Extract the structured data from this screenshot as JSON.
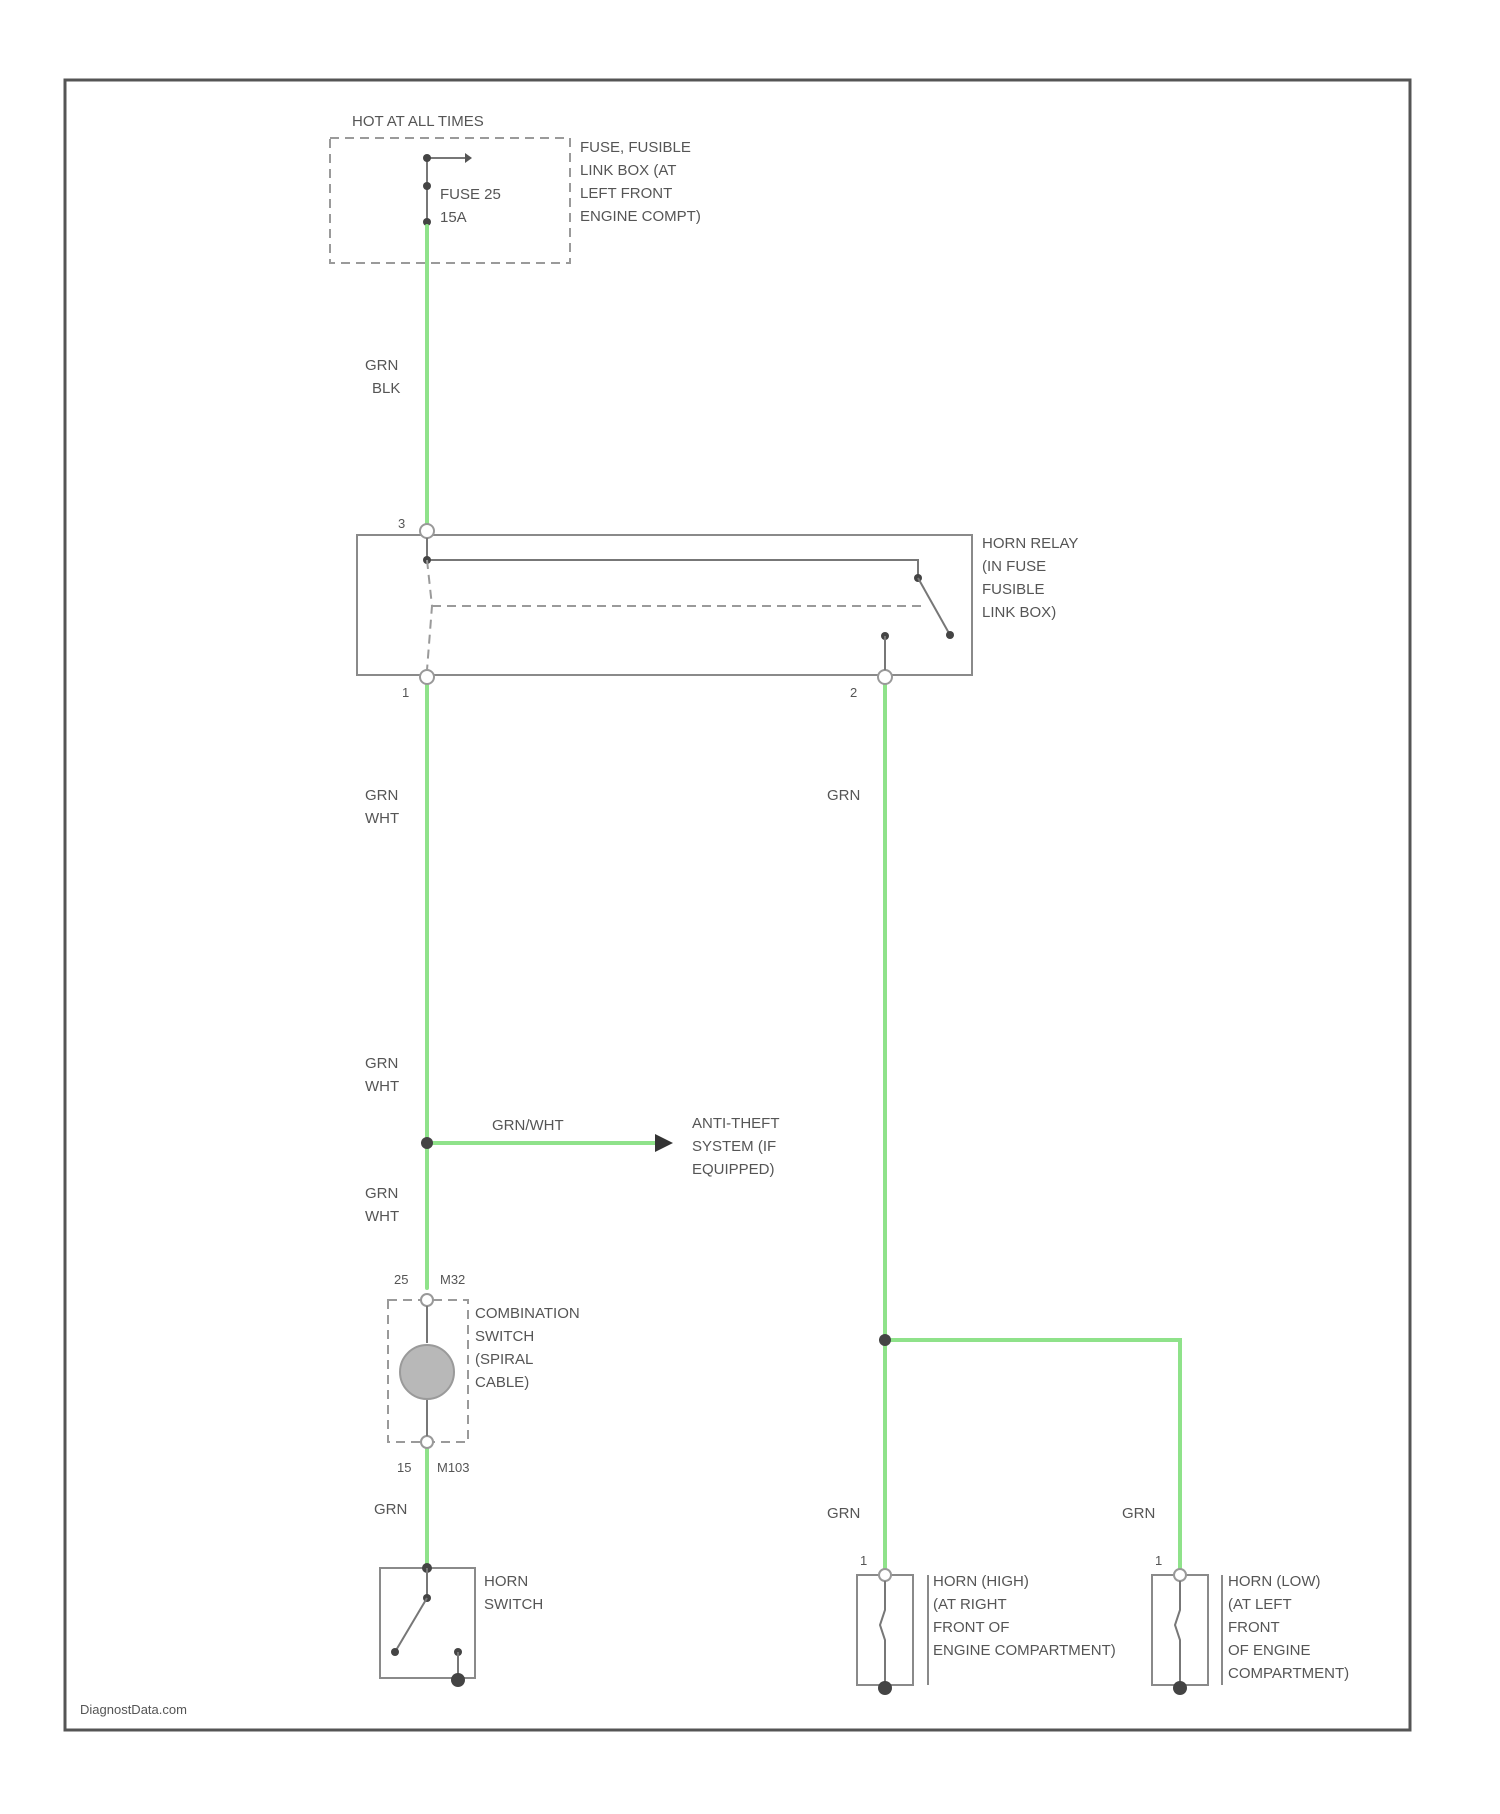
{
  "diagram": {
    "fuse_box": {
      "header": "HOT AT ALL TIMES",
      "fuse_lines": [
        "FUSE 25",
        "15A"
      ],
      "location_lines": [
        "FUSE, FUSIBLE",
        "LINK BOX (AT",
        "LEFT FRONT",
        "ENGINE COMPT)"
      ]
    },
    "wires": {
      "fuse_to_relay": [
        "GRN",
        "BLK"
      ],
      "relay_to_switch_upper": [
        "GRN",
        "WHT"
      ],
      "relay_to_switch_mid": [
        "GRN",
        "WHT"
      ],
      "relay_to_switch_lower": [
        "GRN",
        "WHT"
      ],
      "anti_theft_branch": "GRN/WHT",
      "relay_to_horns": "GRN",
      "switch_to_horn_switch": "GRN",
      "horn_high_feed": "GRN",
      "horn_low_feed": "GRN"
    },
    "horn_relay": {
      "lines": [
        "HORN RELAY",
        "(IN FUSE",
        "FUSIBLE",
        "LINK BOX)"
      ],
      "pins": [
        "3",
        "1",
        "2"
      ]
    },
    "anti_theft": {
      "lines": [
        "ANTI-THEFT",
        "SYSTEM (IF",
        "EQUIPPED)"
      ]
    },
    "combination_switch": {
      "top_pins": [
        "25",
        "M32"
      ],
      "bottom_pins": [
        "15",
        "M103"
      ],
      "lines": [
        "COMBINATION",
        "SWITCH",
        "(SPIRAL",
        "CABLE)"
      ]
    },
    "horn_switch": {
      "lines": [
        "HORN",
        "SWITCH"
      ]
    },
    "horn_high": {
      "pin": "1",
      "lines": [
        "HORN (HIGH)",
        "(AT RIGHT",
        "FRONT OF",
        "ENGINE COMPARTMENT)"
      ]
    },
    "horn_low": {
      "pin": "1",
      "lines": [
        "HORN (LOW)",
        "(AT LEFT",
        "FRONT",
        "OF ENGINE",
        "COMPARTMENT)"
      ]
    },
    "watermark": "DiagnostData.com"
  },
  "colors": {
    "wire": "#8fe28a",
    "frame": "#555555"
  }
}
